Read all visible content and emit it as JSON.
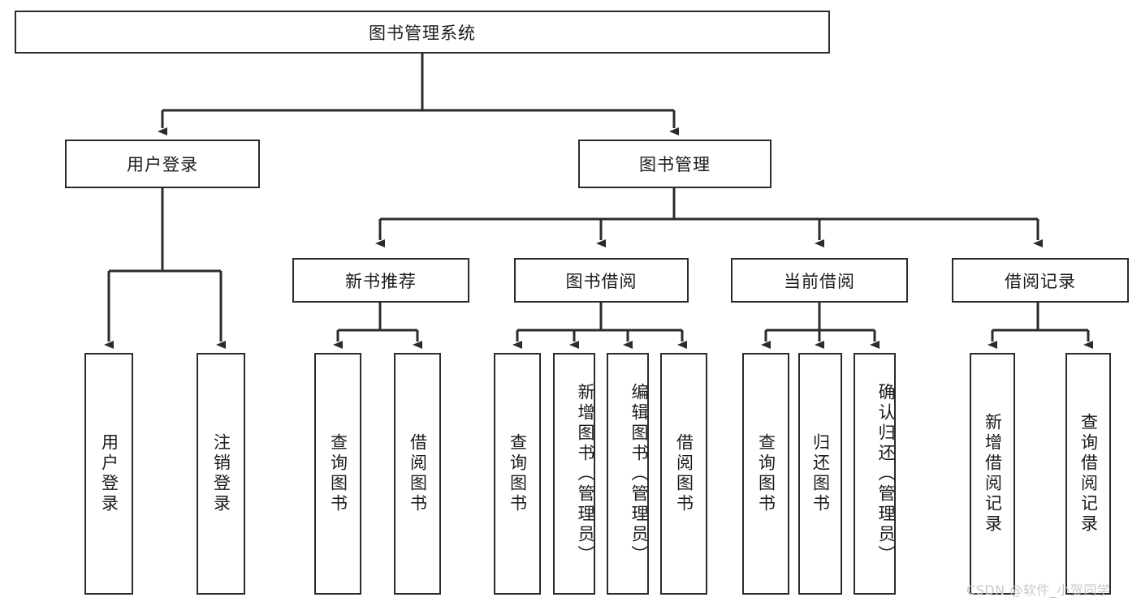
{
  "diagram": {
    "title": "图书管理系统",
    "type": "tree",
    "root": {
      "label": "图书管理系统"
    },
    "level1": [
      {
        "label": "用户登录"
      },
      {
        "label": "图书管理"
      }
    ],
    "level2": [
      {
        "label": "新书推荐"
      },
      {
        "label": "图书借阅"
      },
      {
        "label": "当前借阅"
      },
      {
        "label": "借阅记录"
      }
    ],
    "leaves": {
      "user_login": [
        {
          "label": "用户登录"
        },
        {
          "label": "注销登录"
        }
      ],
      "new_book_recommend": [
        {
          "label": "查询图书"
        },
        {
          "label": "借阅图书"
        }
      ],
      "book_borrow": [
        {
          "label": "查询图书"
        },
        {
          "label": "新增图书（管理员）"
        },
        {
          "label": "编辑图书（管理员）"
        },
        {
          "label": "借阅图书"
        }
      ],
      "current_borrow": [
        {
          "label": "查询图书"
        },
        {
          "label": "归还图书"
        },
        {
          "label": "确认归还（管理员）"
        }
      ],
      "borrow_record": [
        {
          "label": "新增借阅记录"
        },
        {
          "label": "查询借阅记录"
        }
      ]
    }
  },
  "watermark": {
    "text": "CSDN @软件_小贺同学"
  },
  "colors": {
    "stroke": "#2b2b2b",
    "fill": "#ffffff",
    "text": "#1b1b1b",
    "watermark": "#c9c9c9"
  }
}
